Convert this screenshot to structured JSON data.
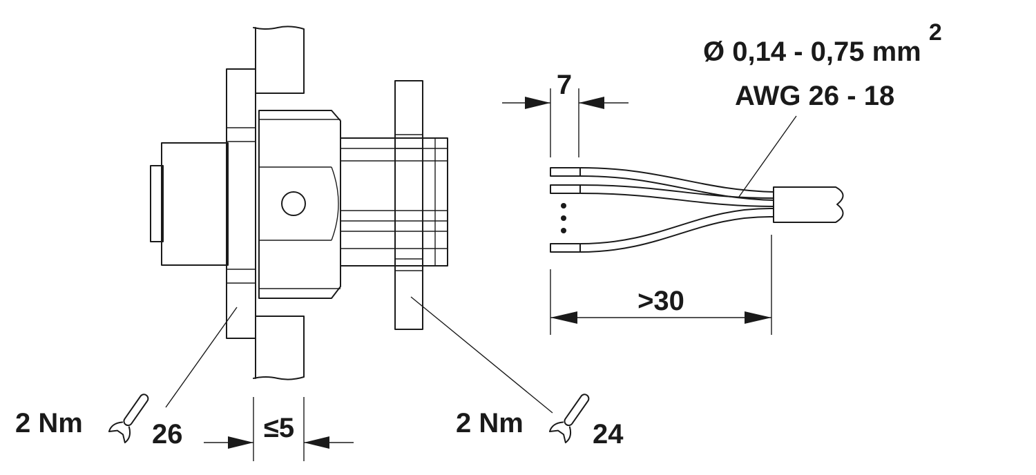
{
  "labels": {
    "torque_left": "2 Nm",
    "wrench_size_left": "26",
    "panel_thickness": "≤5",
    "torque_right": "2 Nm",
    "wrench_size_right": "24",
    "strip_length": "7",
    "conductor_length": ">30",
    "cross_section_prefix": "Ø 0,14 - 0,75 mm",
    "cross_section_exponent": "2",
    "awg_range": "AWG 26 - 18"
  },
  "colors": {
    "line": "#1a1a1a",
    "background": "#ffffff"
  },
  "icons": [
    "wrench-icon",
    "wrench-icon"
  ]
}
